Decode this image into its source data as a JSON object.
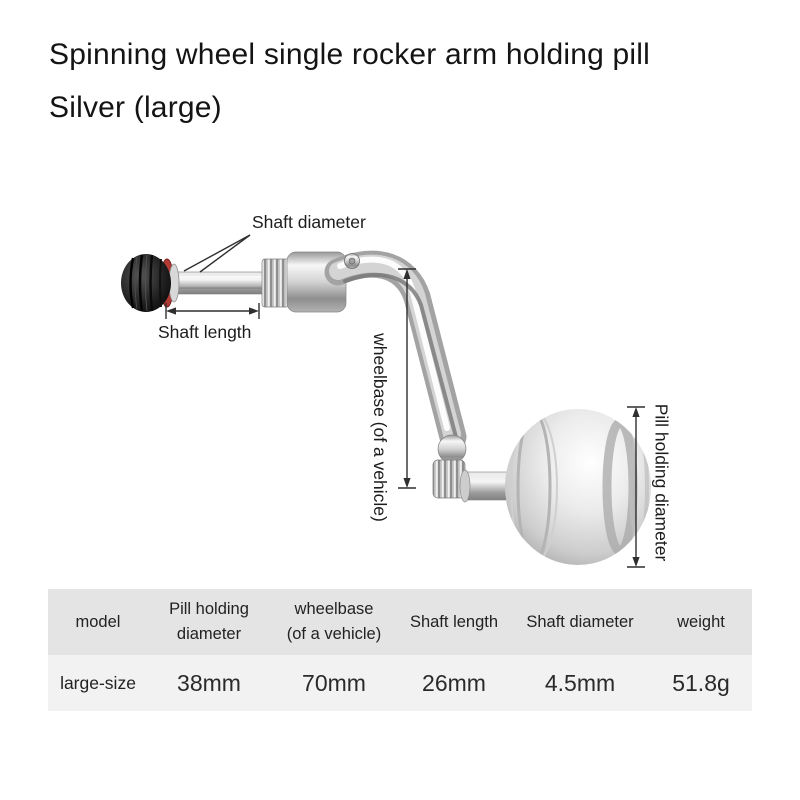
{
  "title": {
    "line1": "Spinning wheel single rocker arm holding pill",
    "line2": "Silver (large)"
  },
  "annotations": {
    "shaft_diameter": "Shaft diameter",
    "shaft_length": "Shaft length",
    "wheelbase": "wheelbase (of a vehicle)",
    "pill_holding_diameter": "Pill holding diameter"
  },
  "table": {
    "headers": [
      "model",
      "Pill holding diameter",
      "wheelbase (of a vehicle)",
      "Shaft length",
      "Shaft diameter",
      "weight"
    ],
    "rows": [
      [
        "large-size",
        "38mm",
        "70mm",
        "26mm",
        "4.5mm",
        "51.8g"
      ]
    ]
  },
  "colors": {
    "table_header_bg": "#e4e4e4",
    "table_row_bg": "#f2f2f2",
    "knob_ring_red": "#b23a34",
    "dimension_line": "#2f2f2f"
  }
}
